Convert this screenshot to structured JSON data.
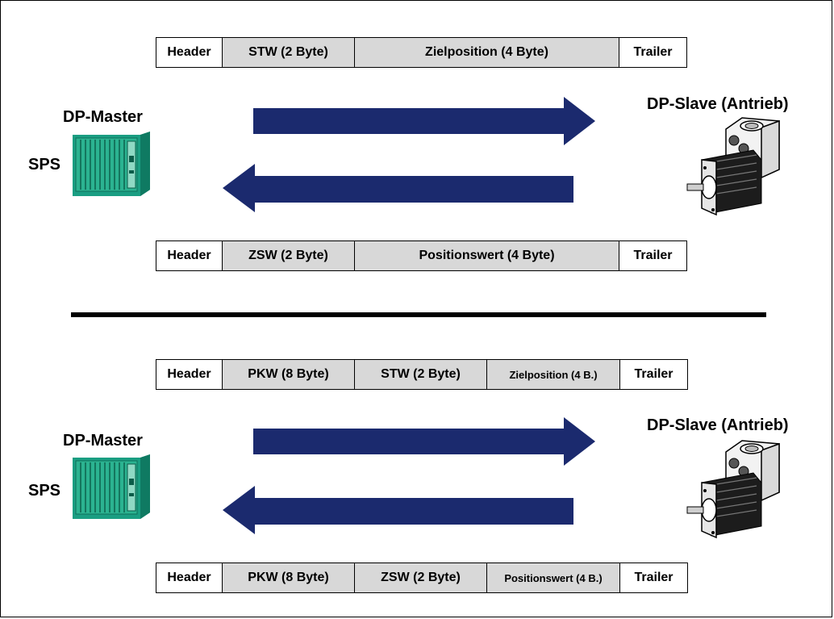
{
  "colors": {
    "arrow": "#1b2a6e",
    "cell_grey": "#d8d8d8",
    "plc_green": "#1a9e82",
    "motor_dark": "#1c1c1c"
  },
  "top": {
    "master_label": "DP-Master",
    "plc_label": "SPS",
    "slave_label": "DP-Slave (Antrieb)",
    "out_telegram": [
      "Header",
      "STW (2 Byte)",
      "Zielposition (4 Byte)",
      "Trailer"
    ],
    "in_telegram": [
      "Header",
      "ZSW (2 Byte)",
      "Positionswert (4 Byte)",
      "Trailer"
    ]
  },
  "bottom": {
    "master_label": "DP-Master",
    "plc_label": "SPS",
    "slave_label": "DP-Slave (Antrieb)",
    "out_telegram": [
      "Header",
      "PKW (8 Byte)",
      "STW (2 Byte)",
      "Zielposition (4 B.)",
      "Trailer"
    ],
    "in_telegram": [
      "Header",
      "PKW (8 Byte)",
      "ZSW (2 Byte)",
      "Positionswert (4 B.)",
      "Trailer"
    ]
  },
  "icons": [
    "plc-rack-icon",
    "servo-motor-icon",
    "arrow-right-icon",
    "arrow-left-icon"
  ]
}
